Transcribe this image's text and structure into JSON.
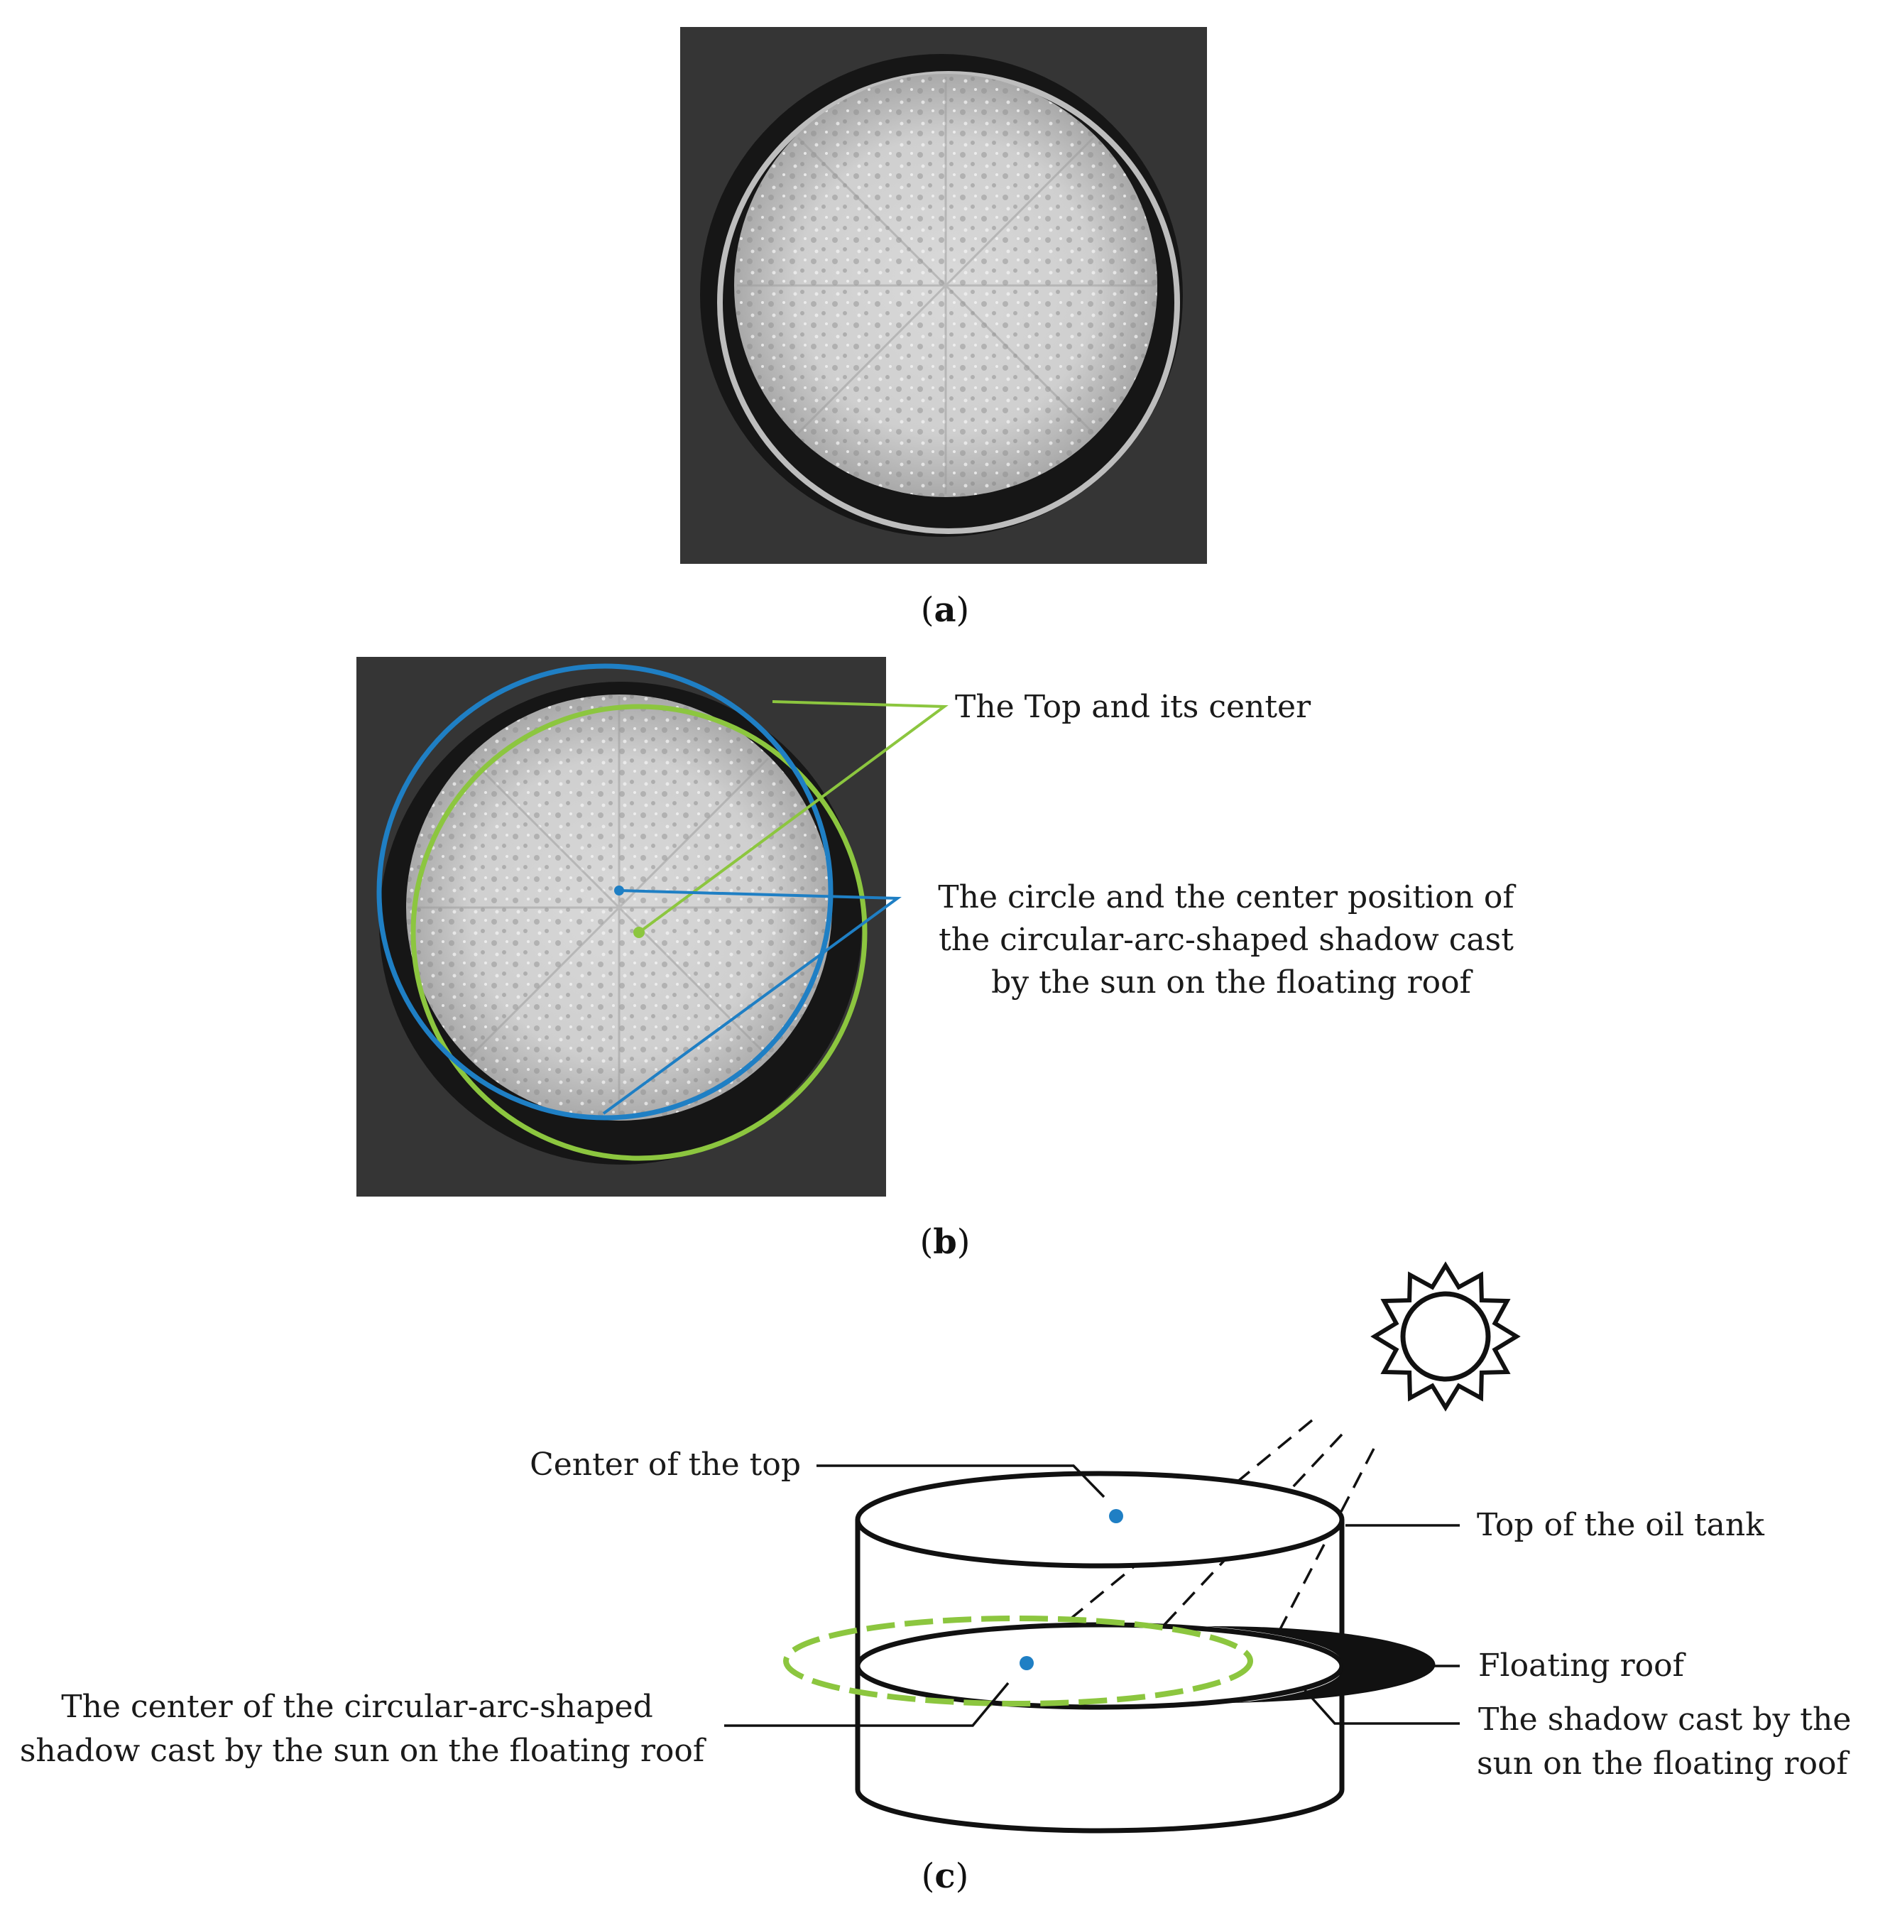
{
  "panel_a": {
    "caption_letter": "a"
  },
  "panel_b": {
    "caption_letter": "b",
    "label_top": "The Top and its center",
    "label_shadow": [
      "The circle and the center position of",
      "the circular-arc-shaped shadow cast",
      "by the sun on the floating roof"
    ]
  },
  "panel_c": {
    "caption_letter": "c",
    "label_center_top": "Center of the top",
    "label_top_tank": "Top of the oil tank",
    "label_floating_roof": "Floating roof",
    "label_shadow": [
      "The shadow cast by the",
      "sun on the floating roof"
    ],
    "label_shadow_center": [
      "The center of the circular-arc-shaped",
      "shadow cast by the sun on the floating roof"
    ]
  },
  "colors": {
    "green": "#8cc63f",
    "blue": "#1f7fc4",
    "dark": "#111111"
  },
  "icons": [
    "sun-icon"
  ]
}
